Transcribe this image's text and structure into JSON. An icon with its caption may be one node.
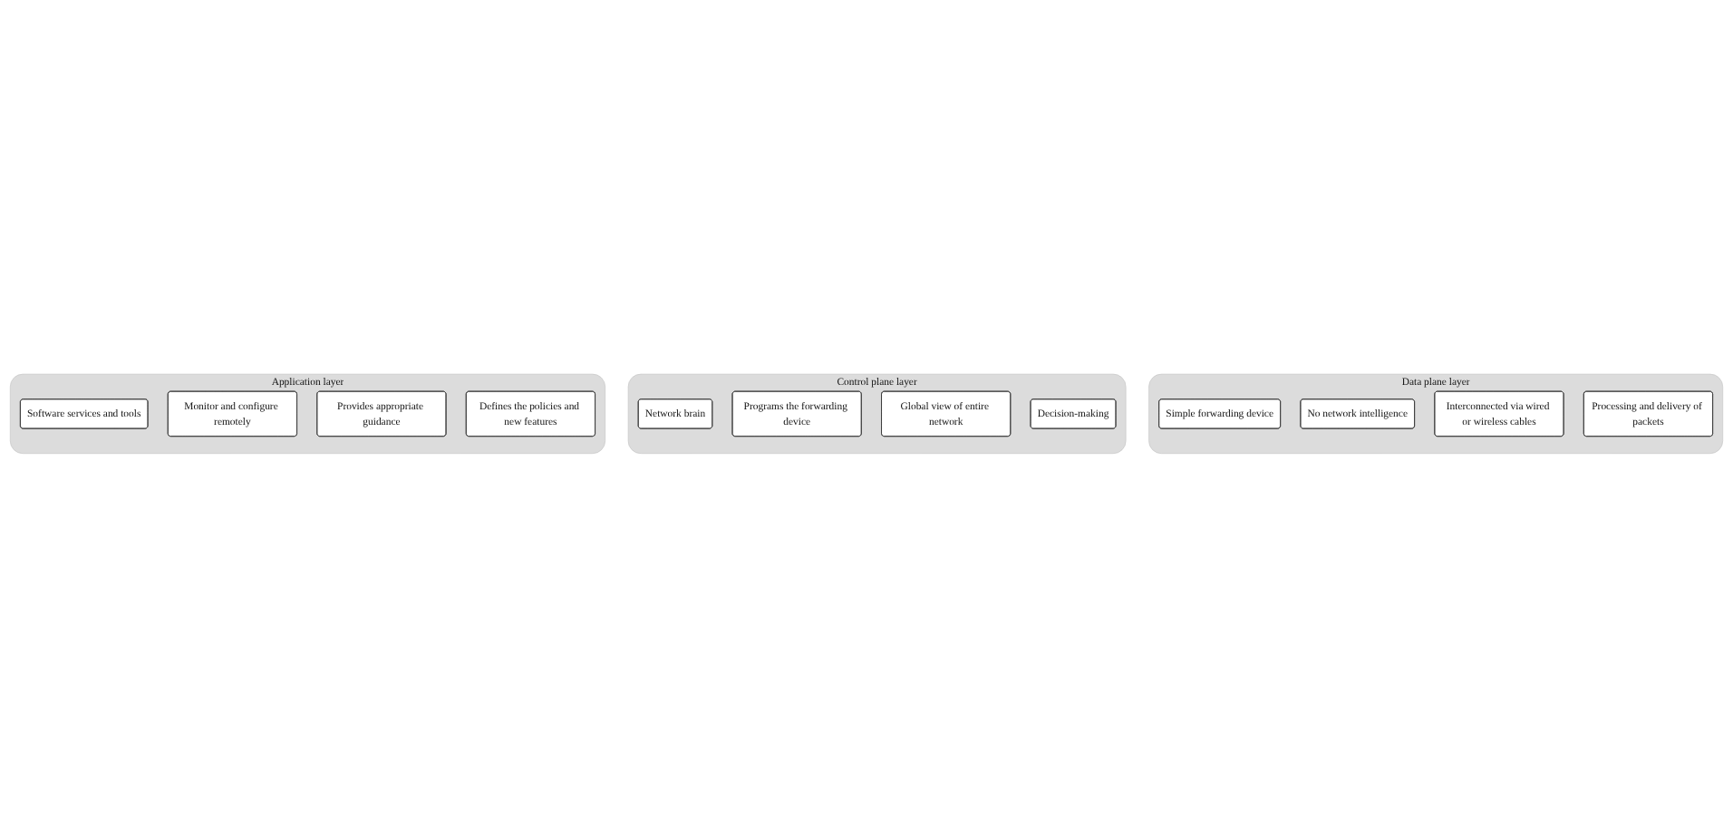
{
  "diagram": {
    "nodes": [
      {
        "text": [
          "Data plane layer"
        ]
      },
      {
        "text": [
          "Simple forwarding device"
        ],
        "in": 0
      },
      {
        "text": [
          "No network intelligence"
        ],
        "in": 0
      },
      {
        "text": [
          "Interconnected via wired or wireless cables"
        ],
        "in": 0
      },
      {
        "text": [
          "Processing and delivery of packets"
        ],
        "in": 0
      },
      {
        "text": [
          "Control plane layer"
        ]
      },
      {
        "text": [
          "Network brain"
        ],
        "in": 5
      },
      {
        "text": [
          "Programs the forwarding device"
        ],
        "in": 5
      },
      {
        "text": [
          "Global view of entire network"
        ],
        "in": 5
      },
      {
        "text": [
          "Decision-making"
        ],
        "in": 5
      },
      {
        "text": [
          "Application layer"
        ]
      },
      {
        "text": [
          "Software services and tools"
        ],
        "in": 10
      },
      {
        "text": [
          "Monitor and configure remotely"
        ],
        "in": 10
      },
      {
        "text": [
          "Provides appropriate guidance"
        ],
        "in": 10
      },
      {
        "text": [
          "Defines the policies and new features"
        ],
        "in": 10
      }
    ],
    "edges": []
  }
}
